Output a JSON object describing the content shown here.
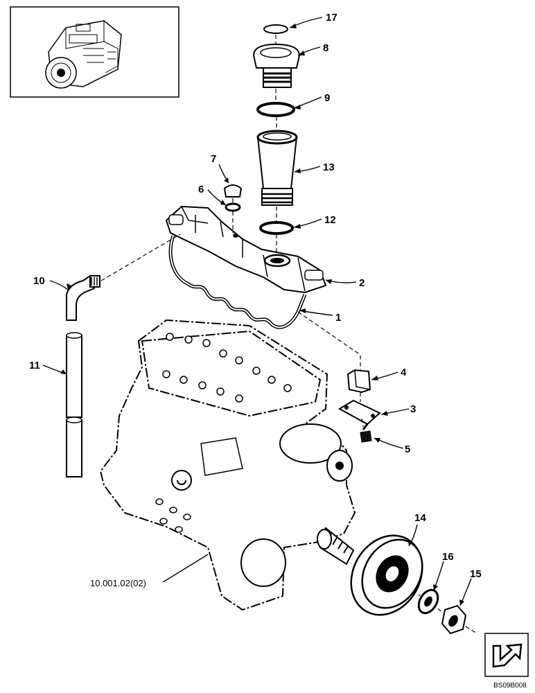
{
  "callouts": [
    {
      "id": "17",
      "label": "17"
    },
    {
      "id": "8",
      "label": "8"
    },
    {
      "id": "9",
      "label": "9"
    },
    {
      "id": "13",
      "label": "13"
    },
    {
      "id": "12",
      "label": "12"
    },
    {
      "id": "7",
      "label": "7"
    },
    {
      "id": "6",
      "label": "6"
    },
    {
      "id": "2",
      "label": "2"
    },
    {
      "id": "1",
      "label": "1"
    },
    {
      "id": "10",
      "label": "10"
    },
    {
      "id": "11",
      "label": "11"
    },
    {
      "id": "4",
      "label": "4"
    },
    {
      "id": "3",
      "label": "3"
    },
    {
      "id": "5",
      "label": "5"
    },
    {
      "id": "14",
      "label": "14"
    },
    {
      "id": "16",
      "label": "16"
    },
    {
      "id": "15",
      "label": "15"
    }
  ],
  "reference_label": "10.001.02(02)",
  "figure_code": "BS09B008"
}
